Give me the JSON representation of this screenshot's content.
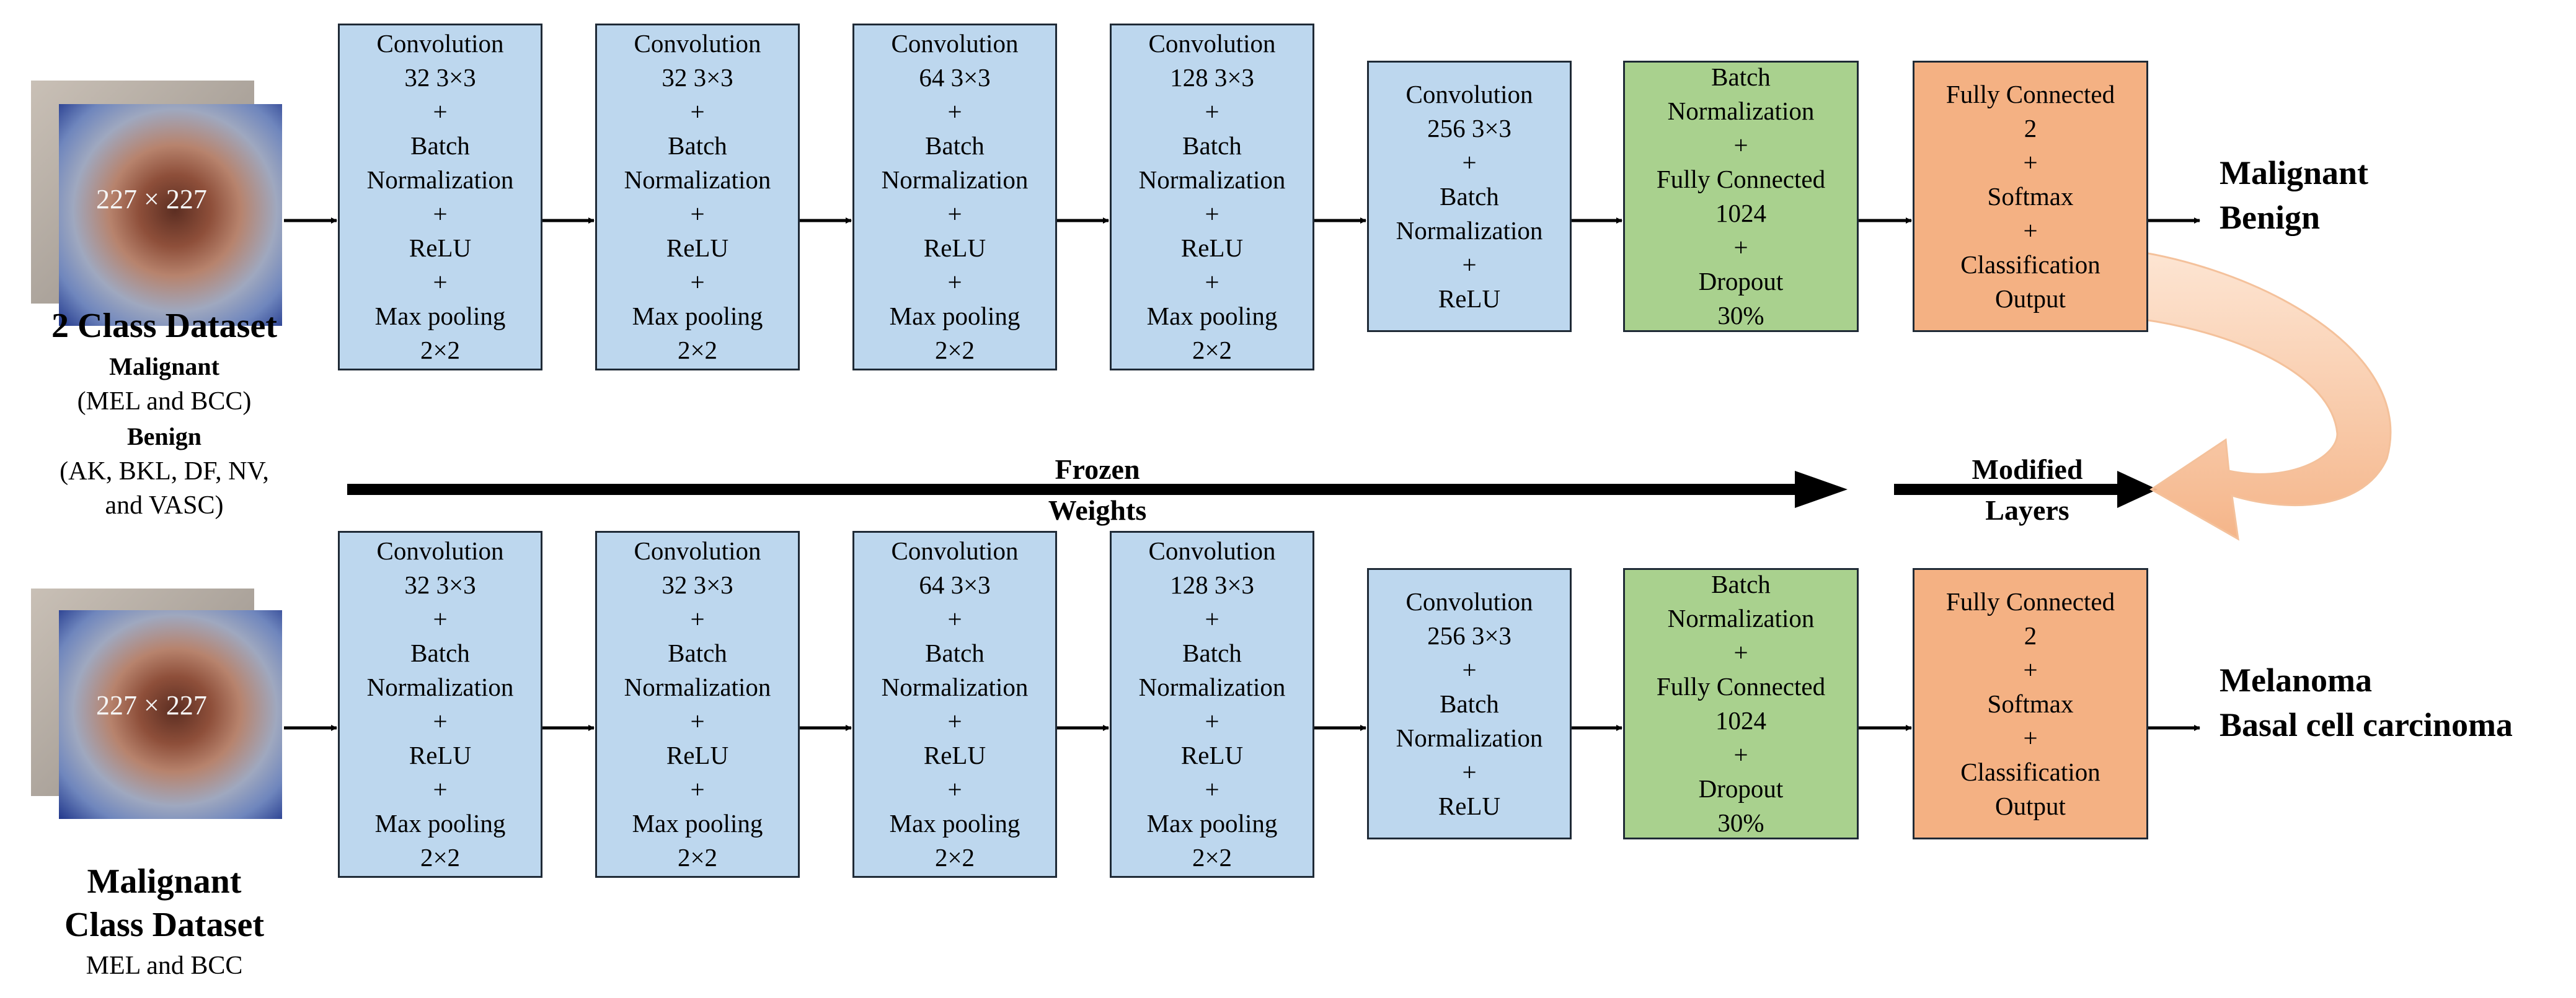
{
  "rows": [
    {
      "image_label": "227 × 227",
      "blocks": [
        [
          "Convolution",
          "32 3×3",
          "+",
          "Batch",
          "Normalization",
          "+",
          "ReLU",
          "+",
          "Max pooling",
          "2×2"
        ],
        [
          "Convolution",
          "32 3×3",
          "+",
          "Batch",
          "Normalization",
          "+",
          "ReLU",
          "+",
          "Max pooling",
          "2×2"
        ],
        [
          "Convolution",
          "64 3×3",
          "+",
          "Batch",
          "Normalization",
          "+",
          "ReLU",
          "+",
          "Max pooling",
          "2×2"
        ],
        [
          "Convolution",
          "128 3×3",
          "+",
          "Batch",
          "Normalization",
          "+",
          "ReLU",
          "+",
          "Max pooling",
          "2×2"
        ],
        [
          "Convolution",
          "256 3×3",
          "+",
          "Batch",
          "Normalization",
          "+",
          "ReLU"
        ],
        [
          "Batch",
          "Normalization",
          "+",
          "Fully Connected",
          "1024",
          "+",
          "Dropout",
          "30%"
        ],
        [
          "Fully Connected",
          "2",
          "+",
          "Softmax",
          "+",
          "Classification",
          "Output"
        ]
      ],
      "output_labels": [
        "Malignant",
        "Benign"
      ]
    },
    {
      "image_label": "227 × 227",
      "blocks": [
        [
          "Convolution",
          "32 3×3",
          "+",
          "Batch",
          "Normalization",
          "+",
          "ReLU",
          "+",
          "Max pooling",
          "2×2"
        ],
        [
          "Convolution",
          "32 3×3",
          "+",
          "Batch",
          "Normalization",
          "+",
          "ReLU",
          "+",
          "Max pooling",
          "2×2"
        ],
        [
          "Convolution",
          "64 3×3",
          "+",
          "Batch",
          "Normalization",
          "+",
          "ReLU",
          "+",
          "Max pooling",
          "2×2"
        ],
        [
          "Convolution",
          "128 3×3",
          "+",
          "Batch",
          "Normalization",
          "+",
          "ReLU",
          "+",
          "Max pooling",
          "2×2"
        ],
        [
          "Convolution",
          "256 3×3",
          "+",
          "Batch",
          "Normalization",
          "+",
          "ReLU"
        ],
        [
          "Batch",
          "Normalization",
          "+",
          "Fully Connected",
          "1024",
          "+",
          "Dropout",
          "30%"
        ],
        [
          "Fully Connected",
          "2",
          "+",
          "Softmax",
          "+",
          "Classification",
          "Output"
        ]
      ],
      "output_labels": [
        "Melanoma",
        "Basal cell carcinoma"
      ]
    }
  ],
  "dataset_top": {
    "title": "2 Class Dataset",
    "malignant_heading": "Malignant",
    "malignant_detail": "(MEL and BCC)",
    "benign_heading": "Benign",
    "benign_detail_1": "(AK, BKL, DF, NV,",
    "benign_detail_2": "and VASC)"
  },
  "dataset_bottom": {
    "title_1": "Malignant",
    "title_2": "Class Dataset",
    "detail": "MEL and BCC"
  },
  "frozen_label_1": "Frozen",
  "frozen_label_2": "Weights",
  "modified_label_1": "Modified",
  "modified_label_2": "Layers",
  "colors": {
    "conv": "#bdd7ee",
    "fc": "#a9d18e",
    "output": "#f4b183",
    "transfer_arrow": "#f7c7a3"
  }
}
